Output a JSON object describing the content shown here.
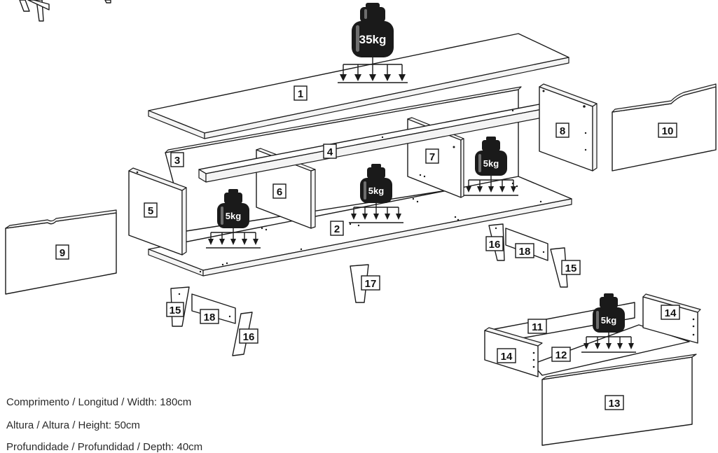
{
  "parts": {
    "p1": "1",
    "p2": "2",
    "p3": "3",
    "p4": "4",
    "p5": "5",
    "p6": "6",
    "p7": "7",
    "p8": "8",
    "p9": "9",
    "p10": "10",
    "p11": "11",
    "p12": "12",
    "p13": "13",
    "p14a": "14",
    "p14b": "14",
    "p15a": "15",
    "p15b": "15",
    "p16a": "16",
    "p16b": "16",
    "p17": "17",
    "p18a": "18",
    "p18b": "18"
  },
  "weights": {
    "top": "35kg",
    "middle": "5kg",
    "left": "5kg",
    "right": "5kg",
    "drawer": "5kg"
  },
  "specs": {
    "width": "Comprimento / Longitud / Width: 180cm",
    "height": "Altura / Altura / Height: 50cm",
    "depth": "Profundidade / Profundidad / Depth: 40cm"
  }
}
